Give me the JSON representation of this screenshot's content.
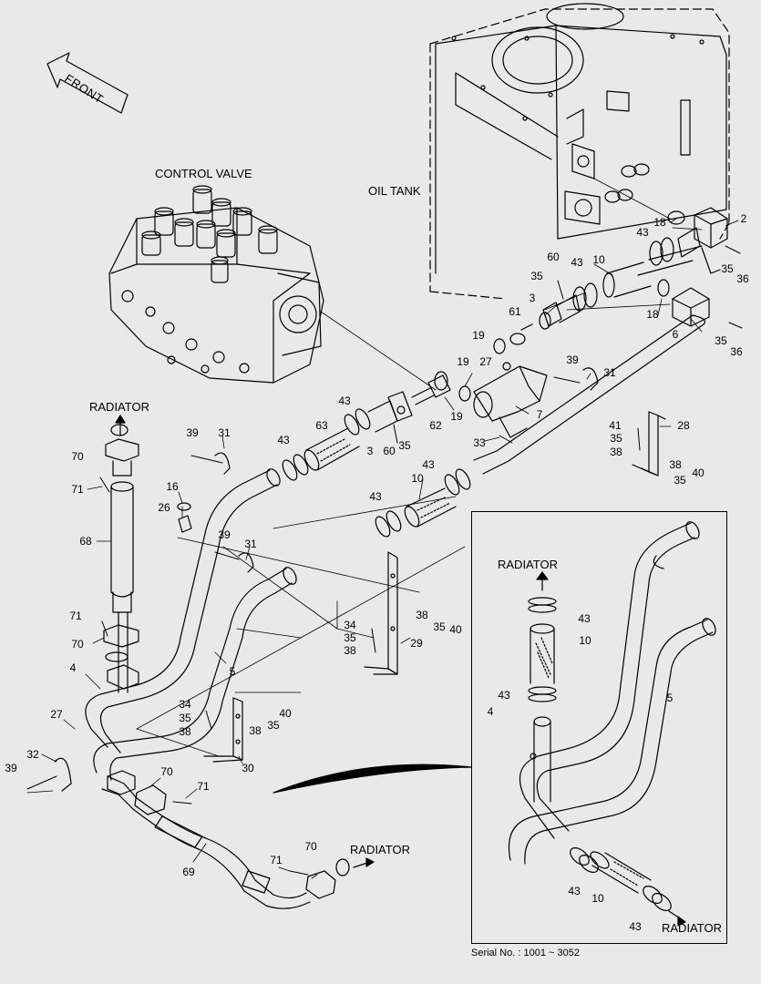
{
  "labels": {
    "control_valve": "CONTROL VALVE",
    "oil_tank": "OIL TANK",
    "front": "FRONT",
    "radiator": "RADIATOR",
    "serial": "Serial No. : 1001 ~ 3052"
  },
  "callouts": {
    "c2": "2",
    "c3": "3",
    "c4": "4",
    "c5": "5",
    "c6": "6",
    "c7": "7",
    "c10": "10",
    "c16": "16",
    "c18": "18",
    "c19": "19",
    "c26": "26",
    "c27": "27",
    "c28": "28",
    "c29": "29",
    "c30": "30",
    "c31": "31",
    "c32": "32",
    "c33": "33",
    "c34": "34",
    "c35": "35",
    "c36": "36",
    "c38": "38",
    "c39": "39",
    "c40": "40",
    "c41": "41",
    "c43": "43",
    "c60": "60",
    "c61": "61",
    "c62": "62",
    "c63": "63",
    "c68": "68",
    "c69": "69",
    "c70": "70",
    "c71": "71"
  }
}
